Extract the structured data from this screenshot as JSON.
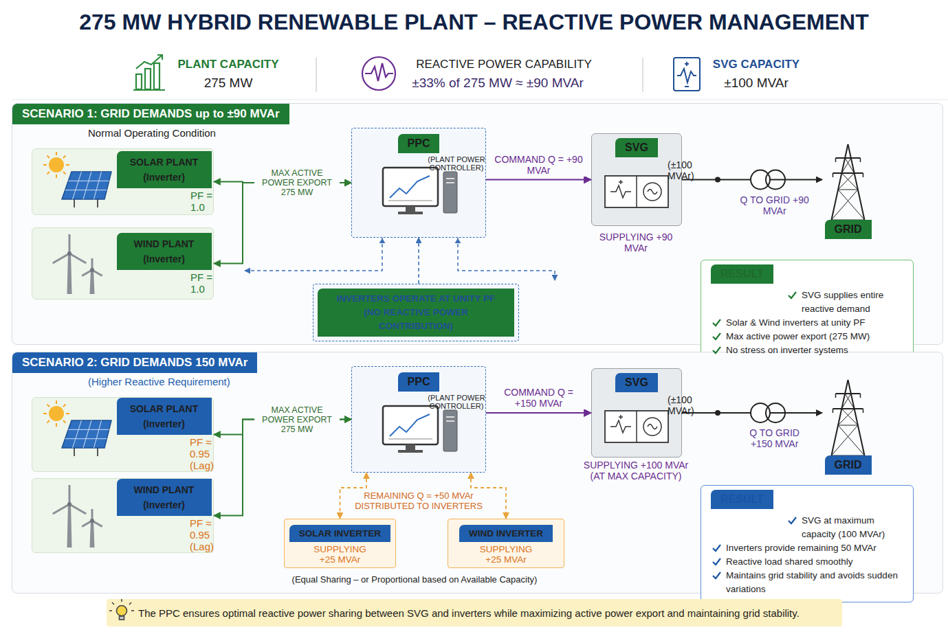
{
  "diagram": {
    "title": "275 MW HYBRID RENEWABLE PLANT – REACTIVE POWER MANAGEMENT",
    "caption": "The PPC ensures optimal reactive power sharing between SVG and inverters while maximizing active power export and maintaining grid stability.",
    "nodes": [
      {
        "text": [
          "SCENARIO 1: GRID DEMANDS up to ±90 MVAr",
          "Normal Operating Condition"
        ]
      },
      {
        "text": [
          "SOLAR PLANT (Inverter)",
          "PF = 1.0"
        ],
        "in": 0
      },
      {
        "text": [
          "WIND PLANT (Inverter)",
          "PF = 1.0"
        ],
        "in": 0
      },
      {
        "text": [
          "PPC",
          "(PLANT POWER CONTROLLER)"
        ],
        "in": 0
      },
      {
        "text": [
          "INVERTERS OPERATE AT UNITY PF (NO REACTIVE POWER CONTRIBUTION)"
        ],
        "in": 0
      },
      {
        "text": [
          "SVG",
          "(±100 MVAr)"
        ],
        "in": 0
      },
      {
        "text": [
          "GRID"
        ],
        "in": 0
      },
      {
        "text": [
          "RESULT",
          "SVG supplies entire reactive demand",
          "Solar & Wind inverters at unity PF",
          "Max active power export (275 MW)",
          "No stress on inverter systems"
        ],
        "in": 0
      },
      {
        "text": [
          "SCENARIO 2: GRID DEMANDS 150 MVAr",
          "(Higher Reactive Requirement)"
        ]
      },
      {
        "text": [
          "SOLAR PLANT (Inverter)",
          "PF ≈ 0.95 (Lag)"
        ],
        "in": 8
      },
      {
        "text": [
          "WIND PLANT (Inverter)",
          "PF ≈ 0.95 (Lag)"
        ],
        "in": 8
      },
      {
        "text": [
          "PPC",
          "(PLANT POWER CONTROLLER)"
        ],
        "in": 8
      },
      {
        "text": [
          "SOLAR INVERTER",
          "SUPPLYING +25 MVAr"
        ],
        "in": 8
      },
      {
        "text": [
          "WIND INVERTER",
          "SUPPLYING +25 MVAr"
        ],
        "in": 8
      },
      {
        "text": [
          "SVG",
          "(±100 MVAr)"
        ],
        "in": 8
      },
      {
        "text": [
          "GRID"
        ],
        "in": 8
      },
      {
        "text": [
          "RESULT",
          "SVG at maximum capacity (100 MVAr)",
          "Inverters provide remaining 50 MVAr",
          "Reactive load shared smoothly",
          "Maintains grid stability and avoids sudden variations"
        ],
        "in": 8
      }
    ],
    "edges": [
      {
        "from": 1,
        "to": 3,
        "arrow": "both",
        "label": "MAX ACTIVE POWER EXPORT 275 MW"
      },
      {
        "from": 2,
        "to": 3,
        "arrow": "both"
      },
      {
        "from": 3,
        "to": 5,
        "arrow": "to",
        "label": "COMMAND Q = +90 MVAr"
      },
      {
        "from": 5,
        "to": 6,
        "arrow": "to",
        "label": "Q TO GRID +90 MVAr"
      },
      {
        "from": 4,
        "to": 3,
        "arrow": "to"
      },
      {
        "from": 9,
        "to": 11,
        "arrow": "both",
        "label": "MAX ACTIVE POWER EXPORT 275 MW"
      },
      {
        "from": 10,
        "to": 11,
        "arrow": "both"
      },
      {
        "from": 11,
        "to": 14,
        "arrow": "to",
        "label": "COMMAND Q = +150 MVAr"
      },
      {
        "from": 14,
        "to": 15,
        "arrow": "to",
        "label": "Q TO GRID +150 MVAr"
      },
      {
        "from": 11,
        "to": 12,
        "arrow": "both",
        "label": "REMAINING Q = +50 MVAr DISTRIBUTED TO INVERTERS"
      },
      {
        "from": 11,
        "to": 13,
        "arrow": "both"
      }
    ],
    "labels": [
      "PLANT CAPACITY",
      "275 MW",
      "REACTIVE POWER CAPABILITY",
      "±33% of 275 MW ≈ ±90 MVAr",
      "SVG CAPACITY",
      "±100 MVAr",
      "SUPPLYING +90 MVAr",
      "SUPPLYING +100 MVAr (AT MAX CAPACITY)",
      "(Equal Sharing – or Proportional based on Available Capacity)"
    ]
  }
}
